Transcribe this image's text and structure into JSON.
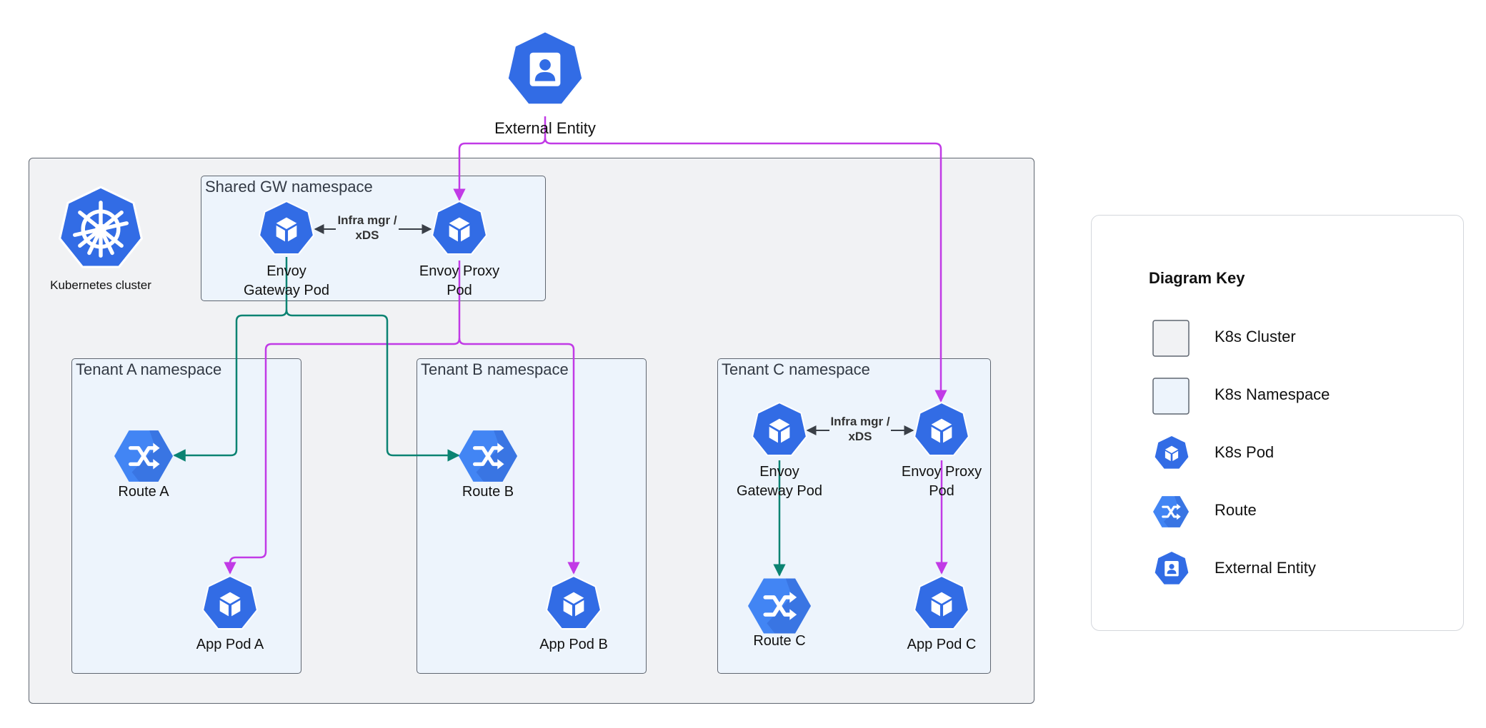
{
  "external_entity": {
    "label": "External Entity"
  },
  "cluster": {
    "label": "Kubernetes cluster"
  },
  "shared_gw": {
    "title": "Shared GW namespace",
    "gateway_pod": {
      "line1": "Envoy",
      "line2": "Gateway Pod"
    },
    "proxy_pod": {
      "line1": "Envoy Proxy",
      "line2": "Pod"
    },
    "link_label": {
      "line1": "Infra mgr /",
      "line2": "xDS"
    }
  },
  "tenant_a": {
    "title": "Tenant A namespace",
    "route": "Route A",
    "app_pod": "App Pod A"
  },
  "tenant_b": {
    "title": "Tenant B namespace",
    "route": "Route B",
    "app_pod": "App Pod B"
  },
  "tenant_c": {
    "title": "Tenant C namespace",
    "gateway_pod": {
      "line1": "Envoy",
      "line2": "Gateway Pod"
    },
    "proxy_pod": {
      "line1": "Envoy Proxy",
      "line2": "Pod"
    },
    "link_label": {
      "line1": "Infra mgr /",
      "line2": "xDS"
    },
    "route": "Route C",
    "app_pod": "App Pod C"
  },
  "legend": {
    "title": "Diagram Key",
    "items": [
      {
        "label": "K8s Cluster"
      },
      {
        "label": "K8s Namespace"
      },
      {
        "label": "K8s Pod"
      },
      {
        "label": "Route"
      },
      {
        "label": "External Entity"
      }
    ]
  },
  "colors": {
    "icon_blue": "#326ce5",
    "route_blue": "#4285f4",
    "magenta": "#c13ae6",
    "teal": "#0b8372",
    "cluster_fill": "#f1f2f4",
    "namespace_fill": "#edf4fc",
    "border": "#5f6670"
  }
}
